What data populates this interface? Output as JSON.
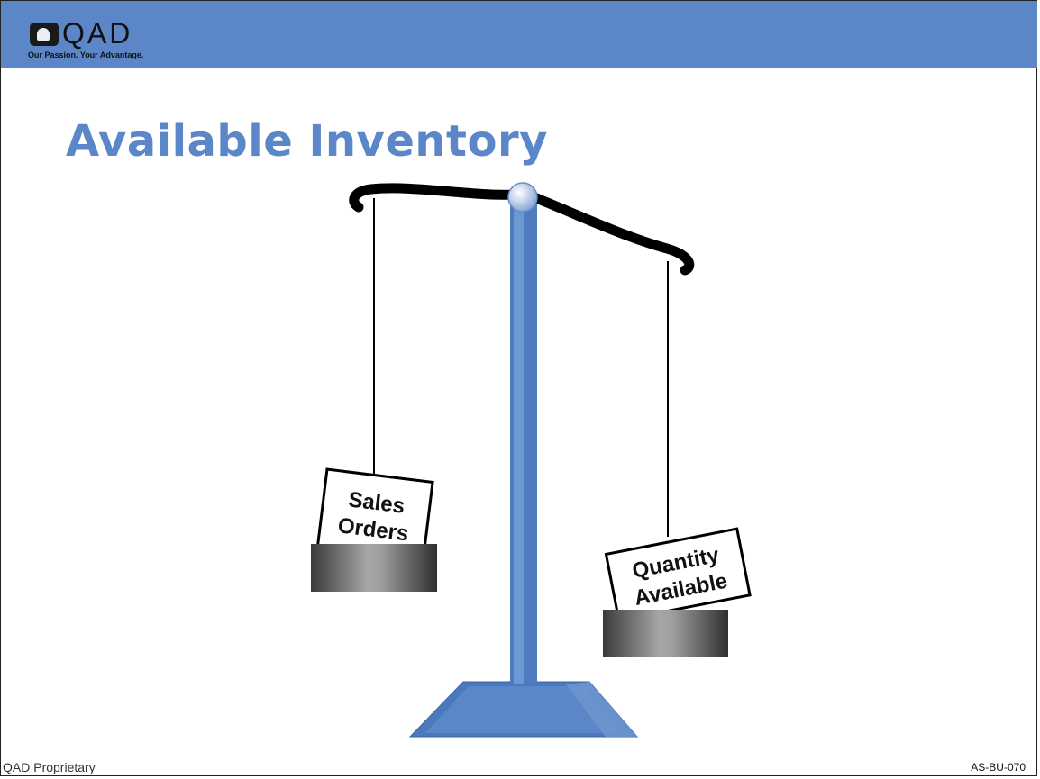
{
  "brand": {
    "name": "QAD",
    "tagline": "Our Passion. Your Advantage."
  },
  "slide": {
    "title": "Available Inventory"
  },
  "scale": {
    "left_card": [
      "Sales",
      "Orders"
    ],
    "right_card": [
      "Quantity",
      "Available"
    ]
  },
  "footer": {
    "left": "QAD Proprietary",
    "right": "AS-BU-070"
  },
  "colors": {
    "header": "#5b87c8",
    "title": "#5b87c8",
    "pole": "#5b87c8"
  }
}
